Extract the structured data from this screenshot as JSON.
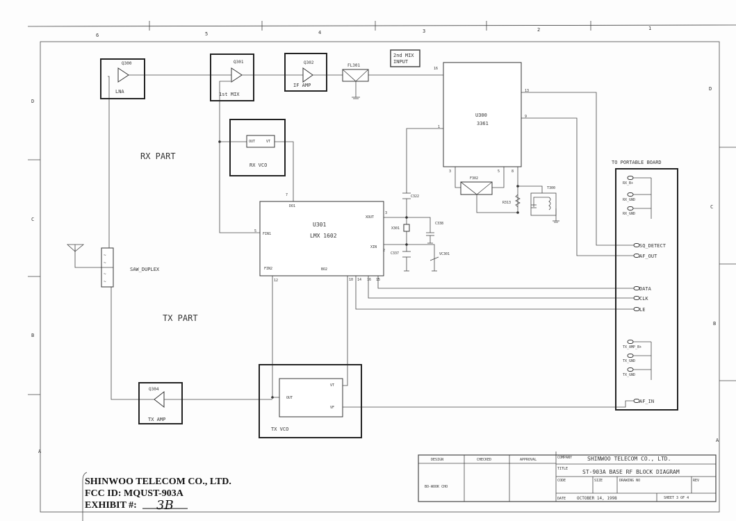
{
  "border": {
    "columns": [
      "6",
      "5",
      "4",
      "3",
      "2",
      "1"
    ],
    "rows": [
      "D",
      "C",
      "B",
      "A"
    ]
  },
  "rx": {
    "section_label": "RX PART",
    "lna": {
      "ref": "Q300",
      "label": "LNA"
    },
    "mix1": {
      "ref": "Q301",
      "label": "1st MIX"
    },
    "if_amp": {
      "ref": "Q302",
      "label": "IF AMP"
    },
    "filter": {
      "ref": "FL301"
    },
    "mix2_note": [
      "2nd MIX",
      "INPUT"
    ],
    "vco": {
      "label": "RX VCO",
      "pin_out": "OUT",
      "pin_vt": "VT"
    }
  },
  "u300": {
    "ref": "U300",
    "part": "3361",
    "pins": {
      "p16": "16",
      "p13": "13",
      "p9": "9",
      "p1": "1",
      "p3": "3",
      "p5": "5",
      "p8": "8"
    }
  },
  "u301": {
    "ref": "U301",
    "part": "LMX 1602",
    "pin_names": {
      "do1": "DO1",
      "fin1": "FIN1",
      "xout": "XOUT",
      "xin": "XIN",
      "fin2": "FIN2",
      "bo2": "BO2"
    },
    "pins": {
      "p7": "7",
      "p5": "5",
      "p3": "3",
      "p2": "2",
      "p12": "12",
      "p10": "10",
      "p14": "14",
      "p16": "16",
      "p15": "15"
    }
  },
  "components": {
    "c322": "C322",
    "x301": "X301",
    "c338": "C338",
    "c337": "C337",
    "vc301": "VC301",
    "f302": "F302",
    "r313": "R313",
    "t300": "T300"
  },
  "duplex": {
    "label": "SAW_DUPLEX"
  },
  "tx": {
    "section_label": "TX PART",
    "amp": {
      "ref": "Q304",
      "label": "TX AMP"
    },
    "vco": {
      "label": "TX VCO",
      "pin_out": "OUT",
      "pin_vt": "VT",
      "pin_vf": "VF"
    }
  },
  "portable_board": {
    "title": "TO PORTABLE BOARD",
    "connectors": [
      "RX_B+",
      "RX_GND",
      "RX_GND",
      "SQ_DETECT",
      "AF_OUT",
      "DATA",
      "CLK",
      "LE",
      "TX_AMP_B+",
      "TX_GND",
      "TX_GND",
      "AF_IN"
    ]
  },
  "title_block": {
    "design_label": "DESIGN",
    "checked_label": "CHECKED",
    "approval_label": "APPROVAL",
    "designer": "BO-WOOK CHO",
    "company_label": "COMPANY",
    "company": "SHINWOO TELECOM CO., LTD.",
    "title_label": "TITLE",
    "title": "ST-903A BASE RF BLOCK DIAGRAM",
    "code_label": "CODE",
    "size_label": "SIZE",
    "drawing_label": "DRAWING NO",
    "rev_label": "REV",
    "date_label": "DATE",
    "date": "OCTOBER 14, 1998",
    "sheet": "SHEET 3 OF 4"
  },
  "stamp": {
    "company": "SHINWOO TELECOM CO., LTD.",
    "fcc": "FCC ID:  MQUST-903A",
    "exhibit_label": "EXHIBIT #:",
    "exhibit_value": "3B"
  }
}
